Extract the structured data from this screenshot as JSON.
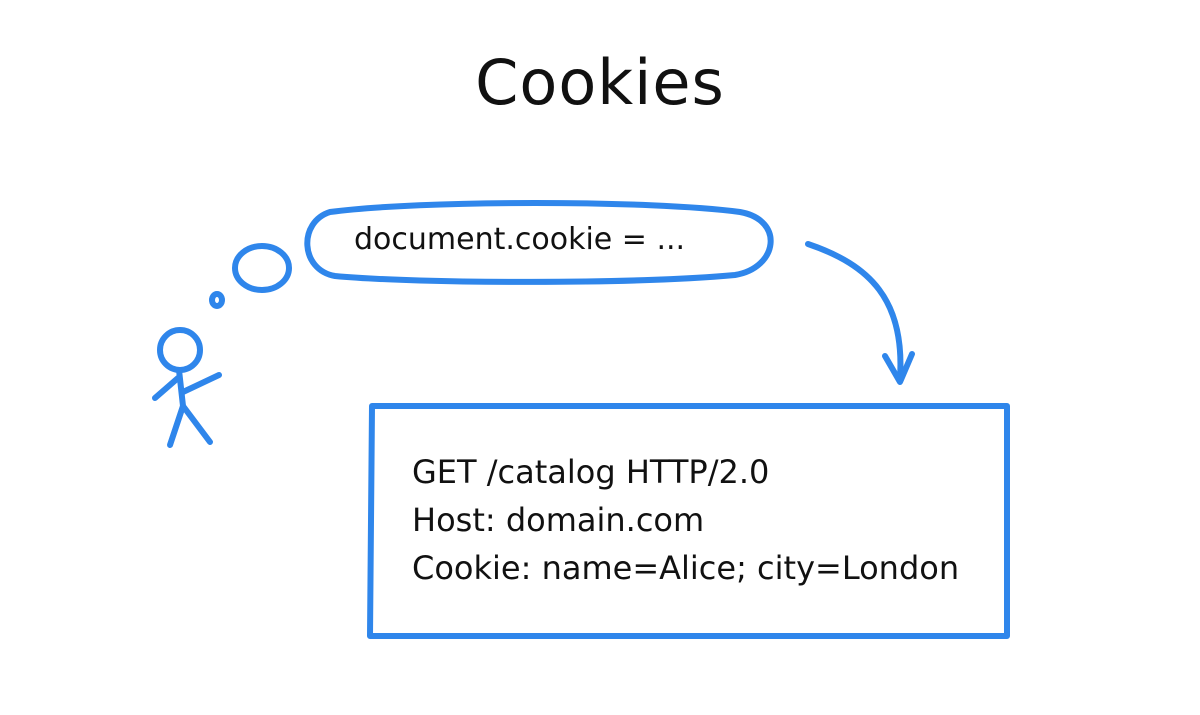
{
  "title": "Cookies",
  "thought_bubble": {
    "text": "document.cookie = ..."
  },
  "request": {
    "lines": [
      "GET /catalog HTTP/2.0",
      "Host: domain.com",
      "Cookie: name=Alice; city=London"
    ]
  },
  "colors": {
    "accent": "#2f86eb",
    "text": "#111111",
    "background": "#ffffff"
  }
}
